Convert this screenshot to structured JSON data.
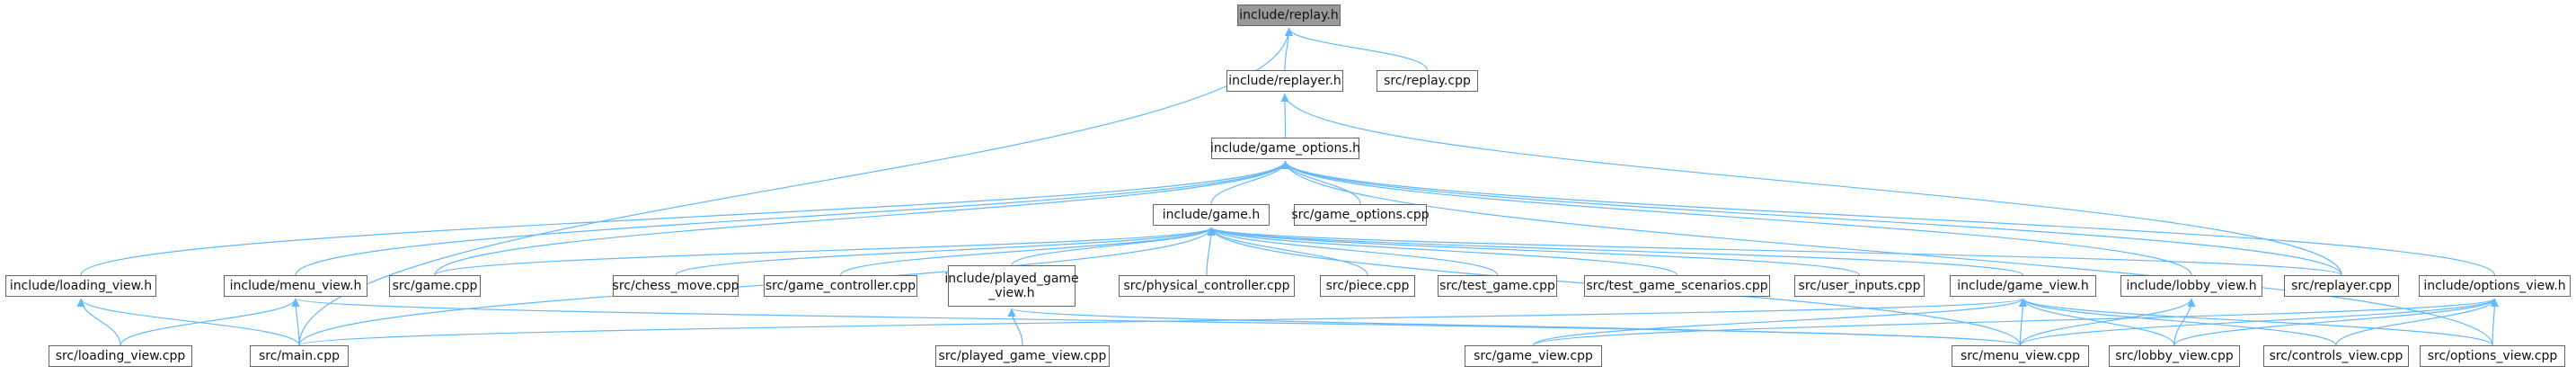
{
  "colors": {
    "edge": "#63b8ff",
    "node_border": "#666666",
    "root_fill": "#999999",
    "node_fill": "#ffffff"
  },
  "nodes": [
    {
      "id": "replay_h",
      "label": "include/replay.h",
      "root": true
    },
    {
      "id": "replayer_h",
      "label": "include/replayer.h"
    },
    {
      "id": "replay_cpp",
      "label": "src/replay.cpp"
    },
    {
      "id": "game_options_h",
      "label": "include/game_options.h"
    },
    {
      "id": "game_h",
      "label": "include/game.h"
    },
    {
      "id": "game_options_cpp",
      "label": "src/game_options.cpp"
    },
    {
      "id": "loading_view_h",
      "label": "include/loading_view.h"
    },
    {
      "id": "game_cpp",
      "label": "src/game.cpp"
    },
    {
      "id": "menu_view_h",
      "label": "include/menu_view.h"
    },
    {
      "id": "chess_move_cpp",
      "label": "src/chess_move.cpp"
    },
    {
      "id": "game_controller_cpp",
      "label": "src/game_controller.cpp"
    },
    {
      "id": "played_game_view_h",
      "label": "include/played_game\n_view.h"
    },
    {
      "id": "physical_controller_cpp",
      "label": "src/physical_controller.cpp"
    },
    {
      "id": "piece_cpp",
      "label": "src/piece.cpp"
    },
    {
      "id": "test_game_cpp",
      "label": "src/test_game.cpp"
    },
    {
      "id": "test_game_scenarios_cpp",
      "label": "src/test_game_scenarios.cpp"
    },
    {
      "id": "user_inputs_cpp",
      "label": "src/user_inputs.cpp"
    },
    {
      "id": "game_view_h",
      "label": "include/game_view.h"
    },
    {
      "id": "lobby_view_h",
      "label": "include/lobby_view.h"
    },
    {
      "id": "replayer_cpp",
      "label": "src/replayer.cpp"
    },
    {
      "id": "options_view_h",
      "label": "include/options_view.h"
    },
    {
      "id": "loading_view_cpp",
      "label": "src/loading_view.cpp"
    },
    {
      "id": "main_cpp",
      "label": "src/main.cpp"
    },
    {
      "id": "played_game_view_cpp",
      "label": "src/played_game_view.cpp"
    },
    {
      "id": "game_view_cpp",
      "label": "src/game_view.cpp"
    },
    {
      "id": "menu_view_cpp",
      "label": "src/menu_view.cpp"
    },
    {
      "id": "lobby_view_cpp",
      "label": "src/lobby_view.cpp"
    },
    {
      "id": "controls_view_cpp",
      "label": "src/controls_view.cpp"
    },
    {
      "id": "options_view_cpp",
      "label": "src/options_view.cpp"
    }
  ],
  "edges": [
    [
      "replay_h",
      "replayer_h"
    ],
    [
      "replay_h",
      "replay_cpp"
    ],
    [
      "replay_h",
      "main_cpp"
    ],
    [
      "replayer_h",
      "game_options_h"
    ],
    [
      "replayer_h",
      "replayer_cpp"
    ],
    [
      "game_options_h",
      "game_h"
    ],
    [
      "game_options_h",
      "game_options_cpp"
    ],
    [
      "game_options_h",
      "loading_view_h"
    ],
    [
      "game_options_h",
      "game_cpp"
    ],
    [
      "game_options_h",
      "menu_view_h"
    ],
    [
      "game_options_h",
      "lobby_view_h"
    ],
    [
      "game_options_h",
      "replayer_cpp"
    ],
    [
      "game_options_h",
      "options_view_h"
    ],
    [
      "game_options_h",
      "options_view_cpp"
    ],
    [
      "game_h",
      "game_cpp"
    ],
    [
      "game_h",
      "chess_move_cpp"
    ],
    [
      "game_h",
      "game_controller_cpp"
    ],
    [
      "game_h",
      "played_game_view_h"
    ],
    [
      "game_h",
      "physical_controller_cpp"
    ],
    [
      "game_h",
      "piece_cpp"
    ],
    [
      "game_h",
      "test_game_cpp"
    ],
    [
      "game_h",
      "test_game_scenarios_cpp"
    ],
    [
      "game_h",
      "user_inputs_cpp"
    ],
    [
      "game_h",
      "game_view_h"
    ],
    [
      "game_h",
      "replayer_cpp"
    ],
    [
      "game_h",
      "main_cpp"
    ],
    [
      "game_h",
      "menu_view_cpp"
    ],
    [
      "loading_view_h",
      "loading_view_cpp"
    ],
    [
      "loading_view_h",
      "main_cpp"
    ],
    [
      "menu_view_h",
      "loading_view_cpp"
    ],
    [
      "menu_view_h",
      "main_cpp"
    ],
    [
      "menu_view_h",
      "menu_view_cpp"
    ],
    [
      "played_game_view_h",
      "played_game_view_cpp"
    ],
    [
      "played_game_view_h",
      "menu_view_cpp"
    ],
    [
      "game_view_h",
      "main_cpp"
    ],
    [
      "game_view_h",
      "game_view_cpp"
    ],
    [
      "game_view_h",
      "menu_view_cpp"
    ],
    [
      "game_view_h",
      "lobby_view_cpp"
    ],
    [
      "game_view_h",
      "controls_view_cpp"
    ],
    [
      "game_view_h",
      "options_view_cpp"
    ],
    [
      "lobby_view_h",
      "menu_view_cpp"
    ],
    [
      "lobby_view_h",
      "lobby_view_cpp"
    ],
    [
      "options_view_h",
      "game_view_cpp"
    ],
    [
      "options_view_h",
      "menu_view_cpp"
    ],
    [
      "options_view_h",
      "lobby_view_cpp"
    ],
    [
      "options_view_h",
      "controls_view_cpp"
    ],
    [
      "options_view_h",
      "options_view_cpp"
    ]
  ]
}
